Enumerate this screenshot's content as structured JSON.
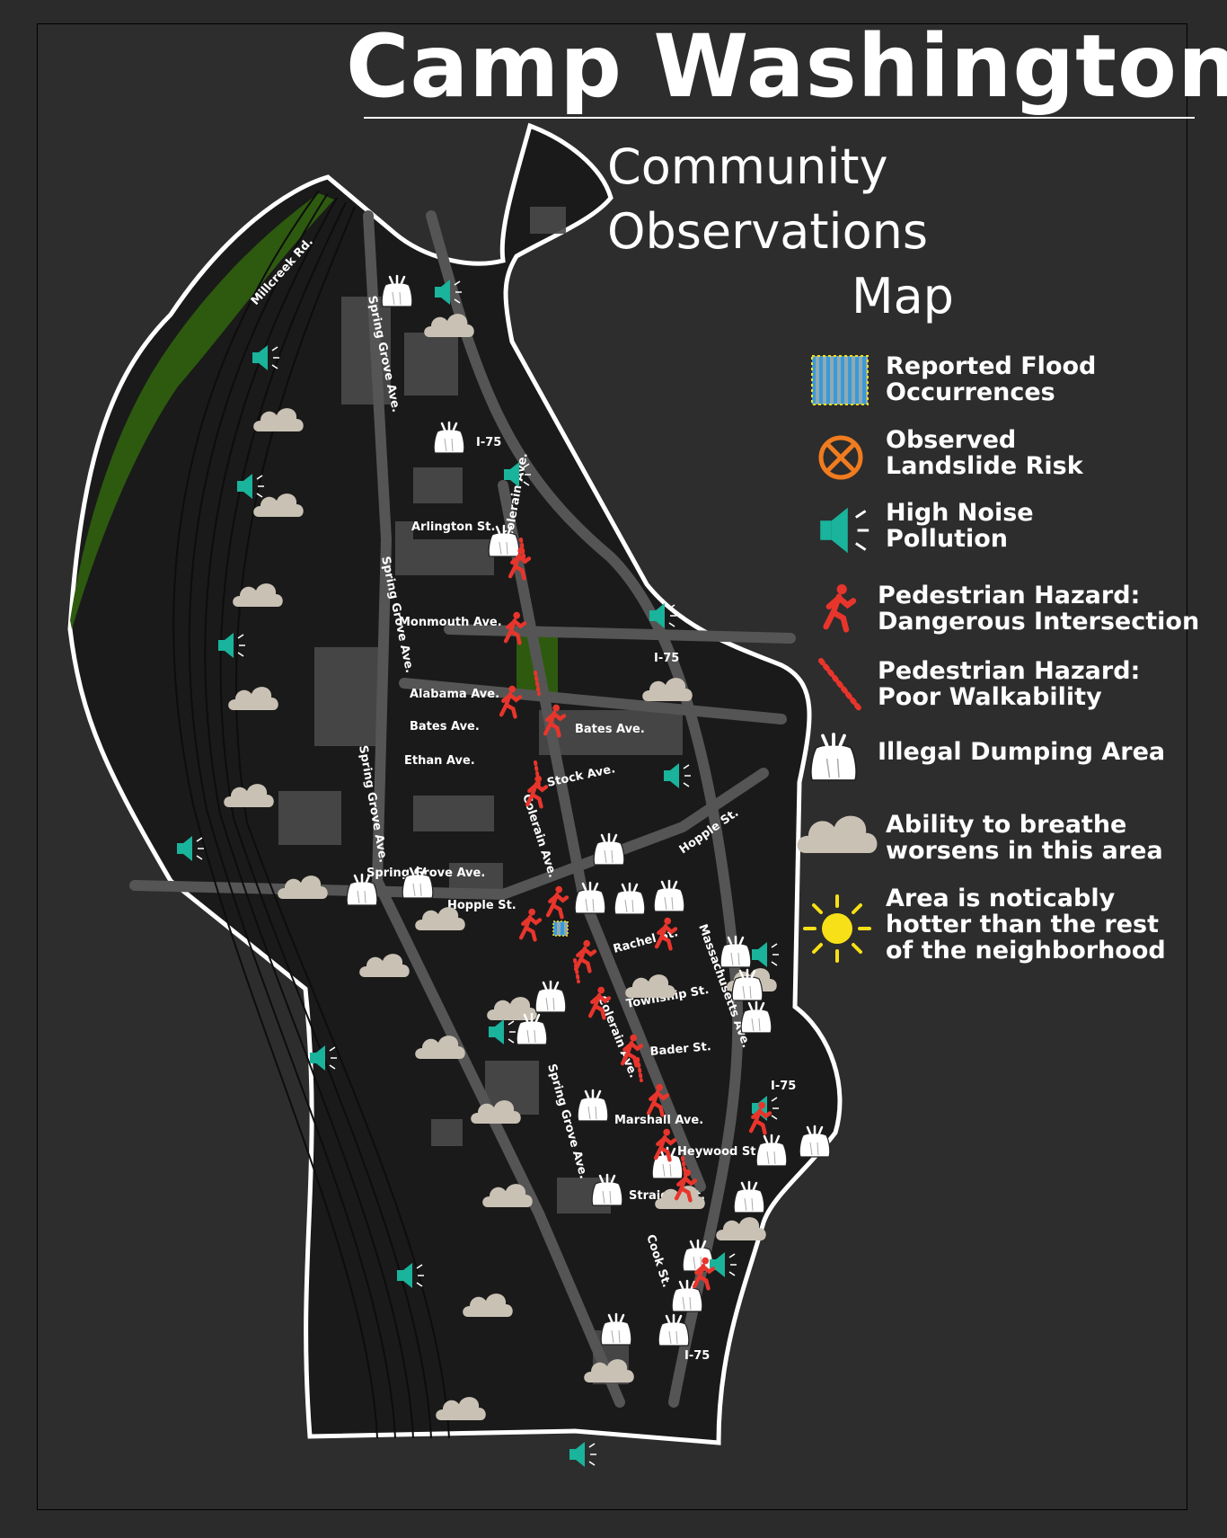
{
  "title": "Camp Washington",
  "subtitle_line1": "Community Observations",
  "subtitle_line2": "Map",
  "colors": {
    "background": "#2d2d2d",
    "boundary": "#ffffff",
    "park": "#2e5a0f",
    "noise": "#1ab39b",
    "pedestrian": "#e8352c",
    "landslide": "#f07c1f",
    "heat": "#f7e017",
    "cloud": "#c9c1b4",
    "flood_a": "#3a9ad6",
    "flood_b": "#8fa9b5"
  },
  "legend": [
    {
      "icon": "flood-icon",
      "label": "Reported Flood\nOccurrences"
    },
    {
      "icon": "landslide-icon",
      "label": "Observed\nLandslide Risk"
    },
    {
      "icon": "noise-icon",
      "label": "High Noise\nPollution"
    },
    {
      "icon": "pedestrian-intersection-icon",
      "label": "Pedestrian Hazard:\nDangerous Intersection"
    },
    {
      "icon": "poor-walkability-icon",
      "label": "Pedestrian Hazard:\nPoor Walkability"
    },
    {
      "icon": "dumping-bag-icon",
      "label": "Illegal Dumping Area"
    },
    {
      "icon": "breathing-cloud-icon",
      "label": "Ability to breathe\nworsens in this area"
    },
    {
      "icon": "heat-sun-icon",
      "label": "Area is noticably\nhotter than the rest\nof the neighborhood"
    }
  ],
  "streets": [
    {
      "name": "Millcreek Rd."
    },
    {
      "name": "Spring Grove Ave."
    },
    {
      "name": "Spring Grove Ave."
    },
    {
      "name": "Spring Grove Ave."
    },
    {
      "name": "Spring Grove Ave."
    },
    {
      "name": "Spring Grove Ave."
    },
    {
      "name": "I-75"
    },
    {
      "name": "I-75"
    },
    {
      "name": "I-75"
    },
    {
      "name": "I-75"
    },
    {
      "name": "Arlington St."
    },
    {
      "name": "Colerain Ave."
    },
    {
      "name": "Monmouth Ave."
    },
    {
      "name": "Alabama Ave."
    },
    {
      "name": "Bates Ave."
    },
    {
      "name": "Bates Ave."
    },
    {
      "name": "Ethan Ave."
    },
    {
      "name": "Stock Ave."
    },
    {
      "name": "Colerain Ave."
    },
    {
      "name": "Hopple St."
    },
    {
      "name": "Hopple St."
    },
    {
      "name": "Rachel St."
    },
    {
      "name": "Massachusetts Ave."
    },
    {
      "name": "Township St."
    },
    {
      "name": "Colerain Ave."
    },
    {
      "name": "Bader St."
    },
    {
      "name": "Marshall Ave."
    },
    {
      "name": "Heywood St."
    },
    {
      "name": "Straight St."
    },
    {
      "name": "Cook St."
    }
  ]
}
